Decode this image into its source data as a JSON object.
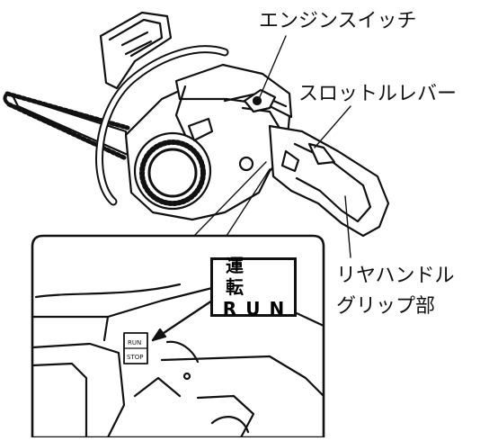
{
  "labels": {
    "engine_switch": "エンジンスイッチ",
    "throttle_lever": "スロットルレバー",
    "rear_handle_line1": "リヤハンドル",
    "rear_handle_line2": "グリップ部"
  },
  "run_label": {
    "jp": "運 転",
    "en": "RUN"
  },
  "switch_marks": {
    "run": "RUN",
    "stop": "STOP"
  }
}
